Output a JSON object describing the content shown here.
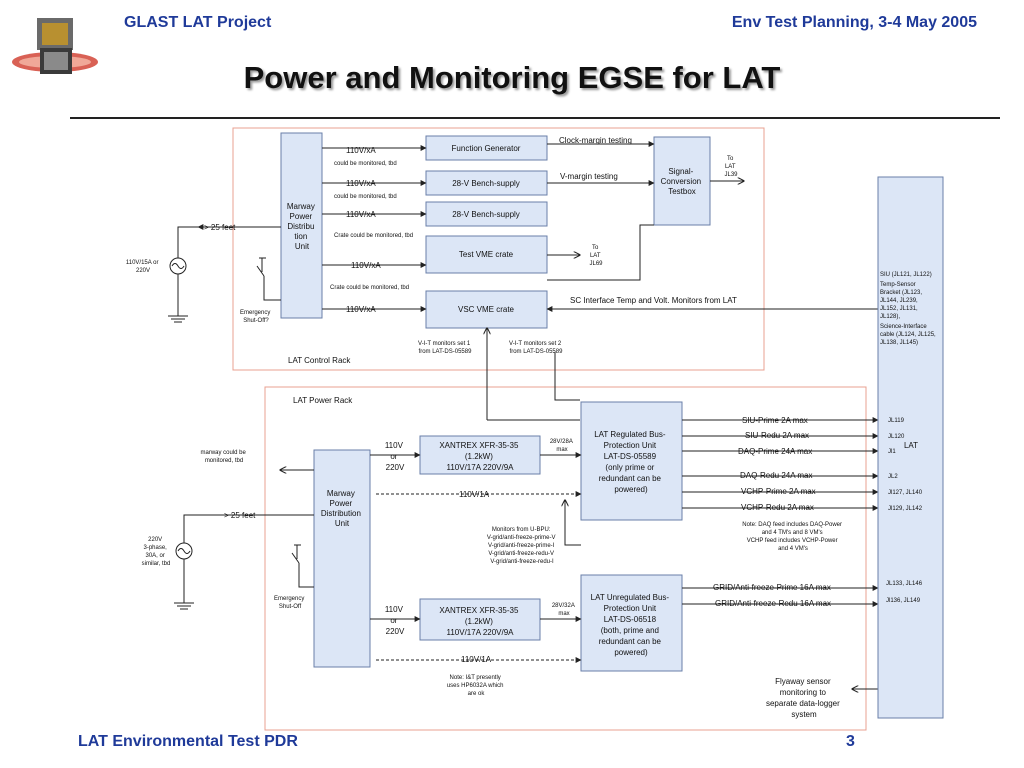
{
  "header": {
    "project": "GLAST LAT Project",
    "meeting": "Env Test Planning, 3-4 May 2005",
    "title": "Power and Monitoring EGSE for LAT"
  },
  "footer": {
    "left": "LAT Environmental Test PDR",
    "page": "3"
  },
  "colors": {
    "header_text": "#1f3a99",
    "box_fill": "#dce6f6",
    "box_stroke": "#6a7fa8",
    "rack_border": "#e8a090"
  },
  "control_rack": {
    "label": "LAT Control Rack",
    "marway": [
      "Marway",
      "Power",
      "Distribu",
      "tion",
      "Unit"
    ],
    "function_generator": "Function Generator",
    "bench_supply_1": "28-V Bench-supply",
    "bench_supply_2": "28-V Bench-supply",
    "test_vme": "Test VME crate",
    "vsc_vme": "VSC VME crate",
    "signal_box": [
      "Signal-",
      "Conversion",
      "Testbox"
    ],
    "v110_1": "110V/xA",
    "v110_2": "110V/xA",
    "v110_3": "110V/xA",
    "v110_4": "110V/xA",
    "v110_5": "110V/xA",
    "note_monitored_1": "could be monitored, tbd",
    "note_monitored_2": "could be monitored, tbd",
    "note_crate_1": "Crate could be monitored, tbd",
    "note_crate_2": "Crate could be monitored, tbd",
    "clock_margin": "Clock-margin testing",
    "v_margin": "V-margin testing",
    "to_jl39": [
      "To",
      "LAT",
      "JL39"
    ],
    "to_jl69": [
      "To",
      "LAT",
      "JL69"
    ],
    "sc_interface": "SC Interface Temp and Volt. Monitors from LAT",
    "vit_set1": [
      "V-I-T monitors set 1",
      "from LAT-DS-05589"
    ],
    "vit_set2": [
      "V-I-T monitors set 2",
      "from LAT-DS-05589"
    ],
    "feet_25": "> 25 feet",
    "mains": [
      "110V/15A or",
      "220V"
    ],
    "emergency": [
      "Emergency",
      "Shut-Off?"
    ]
  },
  "power_rack": {
    "label": "LAT Power Rack",
    "marway": [
      "Marway",
      "Power",
      "Distribution",
      "Unit"
    ],
    "marway_note": [
      "marway could be",
      "monitored, tbd"
    ],
    "feet_25": "> 25 feet",
    "mains": [
      "220V",
      "3-phase,",
      "30A, or",
      "similar, tbd"
    ],
    "emergency": [
      "Emergency",
      "Shut-Off"
    ],
    "input_voltage_1": [
      "110V",
      "or",
      "220V"
    ],
    "input_voltage_2": [
      "110V",
      "or",
      "220V"
    ],
    "xantrex_1": [
      "XANTREX XFR-35-35",
      "(1.2kW)",
      "110V/17A 220V/9A"
    ],
    "xantrex_2": [
      "XANTREX XFR-35-35",
      "(1.2kW)",
      "110V/17A 220V/9A"
    ],
    "max_28v_28a": [
      "28V/28A",
      "max"
    ],
    "max_28v_32a": [
      "28V/32A",
      "max"
    ],
    "v110_1a_1": "110V/1A",
    "v110_1a_2": "110V/1A",
    "regulated_unit": [
      "LAT Regulated Bus-",
      "Protection Unit",
      "LAT-DS-05589",
      "(only prime or",
      "redundant can be",
      "powered)"
    ],
    "unregulated_unit": [
      "LAT Unregulated Bus-",
      "Protection Unit",
      "LAT-DS-06518",
      "(both, prime and",
      "redundant can be",
      "powered)"
    ],
    "monitors": [
      "Monitors from U-BPU:",
      "V-grid/anti-freeze-prime-V",
      "V-grid/anti-freeze-prime-I",
      "V-grid/anti-freeze-redu-V",
      "V-grid/anti-freeze-redu-I"
    ],
    "hp_note": [
      "Note:  I&T presently",
      "uses HP6032A which",
      "are ok"
    ]
  },
  "feeds": {
    "siu_prime": "SIU-Prime 2A max",
    "siu_redu": "SIU-Redu 2A max",
    "daq_prime": "DAQ-Prime 24A max",
    "daq_redu": "DAQ-Redu 24A max",
    "vchp_prime": "VCHP-Prime 2A max",
    "vchp_redu": "VCHP-Redu 2A max",
    "grid_prime": "GRID/Anti-freeze-Prime 16A max",
    "grid_redu": "GRID/Anti-freeze-Redu 16A max",
    "daq_note": [
      "Note: DAQ feed includes DAQ-Power",
      "and 4 TM's and 8 VM's",
      "VCHP feed includes VCHP-Power",
      "and 4 VM's"
    ],
    "flyaway": [
      "Flyaway sensor",
      "monitoring to",
      "separate data-logger",
      "system"
    ]
  },
  "lat": {
    "label": "LAT",
    "connector_list": [
      "SIU (JL121, JL122)",
      "Temp-Sensor",
      "Bracket (JL123,",
      "JL144, JL239,",
      "JL152, JL131,",
      "JL128),",
      "Science-Interface",
      "cable (JL124, JL125,",
      "JL138, JL145)"
    ],
    "jl119": "JL119",
    "jl120": "JL120",
    "jl1": "Jl1",
    "jl2": "JL2",
    "jl127_140": "Jl127, JL140",
    "jl129_142": "Jl129, JL142",
    "jl133_146": "JL133, JL146",
    "jl136_149": "Jl136, JL149"
  }
}
